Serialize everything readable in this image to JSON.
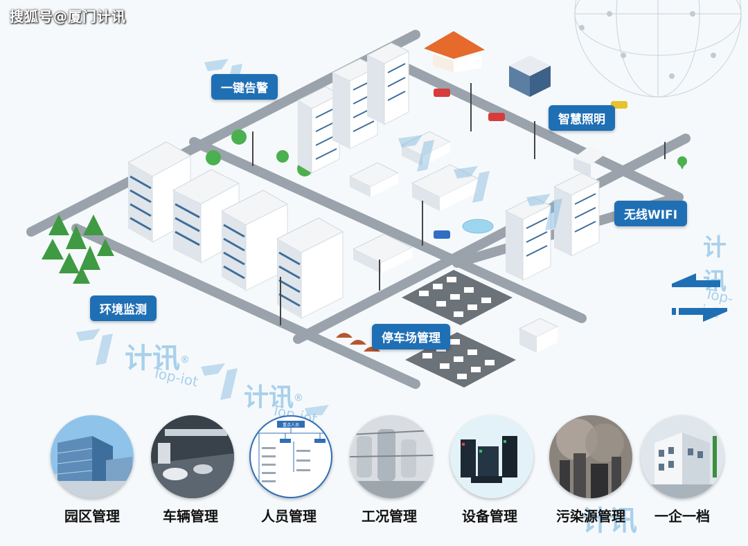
{
  "watermark": "搜狐号@厦门计讯",
  "scene_labels": {
    "alarm": "一键告警",
    "lighting": "智慧照明",
    "wifi": "无线WIFI",
    "env": "环境监测",
    "parking": "停车场管理"
  },
  "brand": {
    "name": "计讯",
    "sub": "Top-iot",
    "registered": "®"
  },
  "modules": [
    {
      "label": "园区管理",
      "icon": "park-photo"
    },
    {
      "label": "车辆管理",
      "icon": "garage-photo"
    },
    {
      "label": "人员管理",
      "icon": "org-chart"
    },
    {
      "label": "工况管理",
      "icon": "factory-photo"
    },
    {
      "label": "设备管理",
      "icon": "device-photo"
    },
    {
      "label": "污染源管理",
      "icon": "pollution-photo"
    },
    {
      "label": "一企一档",
      "icon": "building-photo"
    }
  ],
  "org_chart": {
    "root": "重点人员"
  },
  "colors": {
    "tag_bg": "#1f6fb5",
    "road": "#9aa3ab",
    "accent": "#1f6fb5"
  }
}
